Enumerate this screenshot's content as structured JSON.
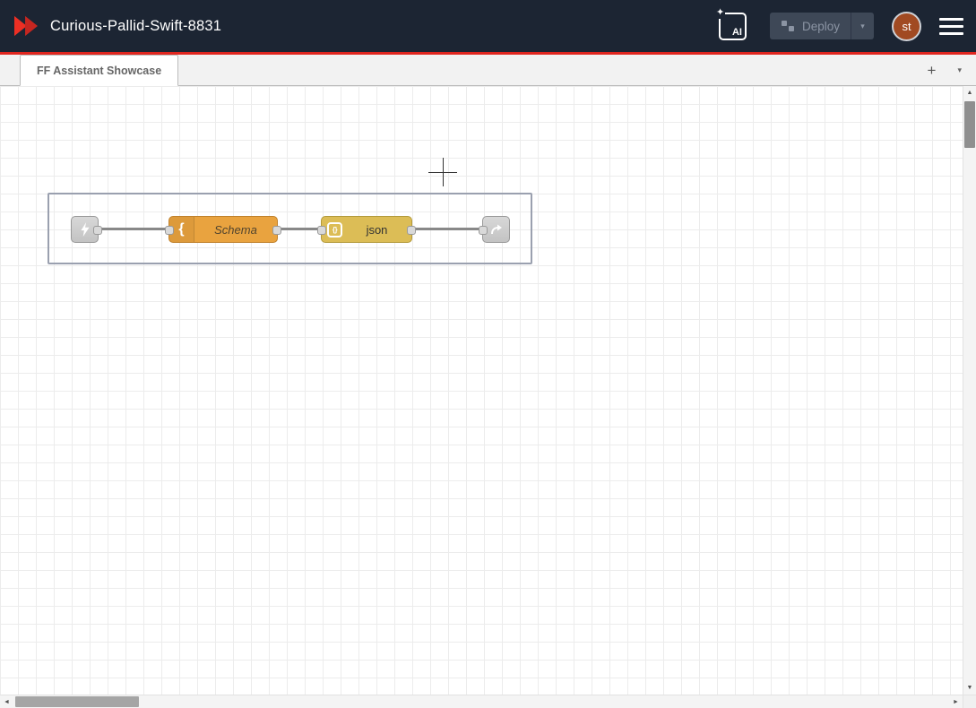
{
  "header": {
    "title": "Curious-Pallid-Swift-8831",
    "ai_button_label": "AI",
    "deploy_label": "Deploy",
    "avatar_initials": "st",
    "colors": {
      "header_bg": "#1c2533",
      "accent_red": "#e0261f",
      "logo_red": "#ed2f24"
    }
  },
  "icons": {
    "sparkle": "✦",
    "caret_down": "▾",
    "plus": "+",
    "scroll_up": "▲",
    "scroll_down": "▼",
    "scroll_left": "◄",
    "scroll_right": "►"
  },
  "tabbar": {
    "active_tab_label": "FF Assistant Showcase"
  },
  "flow": {
    "nodes": [
      {
        "name": "link-in-node",
        "label": ""
      },
      {
        "name": "schema-node",
        "label": "Schema",
        "icon_glyph": "{",
        "color": "#e9a33f"
      },
      {
        "name": "json-node",
        "label": "json",
        "icon_glyph": "{}",
        "color": "#dcbd56"
      },
      {
        "name": "link-out-node",
        "label": ""
      }
    ]
  }
}
